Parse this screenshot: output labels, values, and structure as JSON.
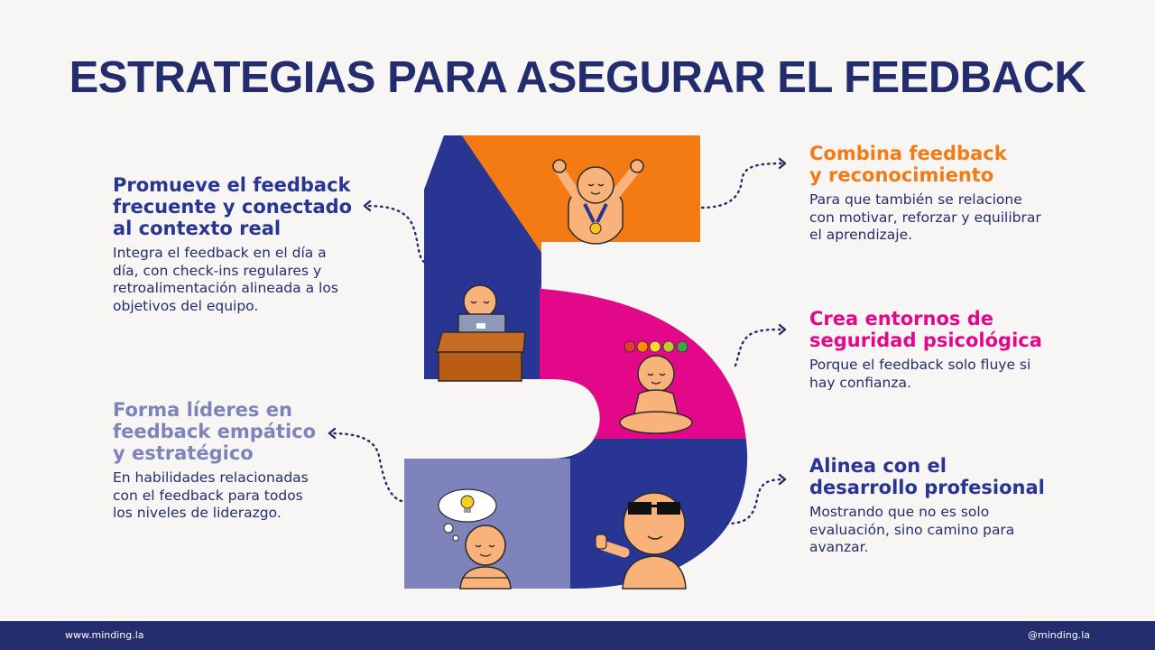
{
  "title": "ESTRATEGIAS PARA ASEGURAR EL FEEDBACK",
  "colors": {
    "navy": "#232d6e",
    "blue": "#283593",
    "orange": "#f47a13",
    "magenta": "#e3088a",
    "lavender": "#7e84bb",
    "skin": "#f8b27a",
    "background": "#f7f6f4"
  },
  "strategies": [
    {
      "title": "Promueve el feedback\nfrecuente y conectado\nal contexto real",
      "text": "Integra el feedback en el día a\ndía, con check-ins regulares y\nretroalimentación alineada a los\nobjetivos del equipo.",
      "color": "#283593",
      "icon": "person-with-laptop-icon"
    },
    {
      "title": "Forma líderes en\nfeedback empático\ny estratégico",
      "text": "En habilidades relacionadas\ncon el feedback para todos\nlos niveles de liderazgo.",
      "color": "#7e84bb",
      "icon": "person-thinking-lightbulb-icon"
    },
    {
      "title": "Combina feedback\ny reconocimiento",
      "text": "Para que también se relacione\ncon motivar, reforzar y equilibrar\nel aprendizaje.",
      "color": "#f47a13",
      "icon": "person-with-medal-icon"
    },
    {
      "title": "Crea entornos de\nseguridad psicológica",
      "text": "Porque el feedback solo fluye si\nhay confianza.",
      "color": "#e3088a",
      "icon": "person-meditating-icon"
    },
    {
      "title": "Alinea con el\ndesarrollo profesional",
      "text": "Mostrando que no es solo\nevaluación, sino camino para\navanzar.",
      "color": "#283593",
      "icon": "person-with-sunglasses-icon"
    }
  ],
  "footer": {
    "website": "www.minding.la",
    "handle": "@minding.la"
  }
}
